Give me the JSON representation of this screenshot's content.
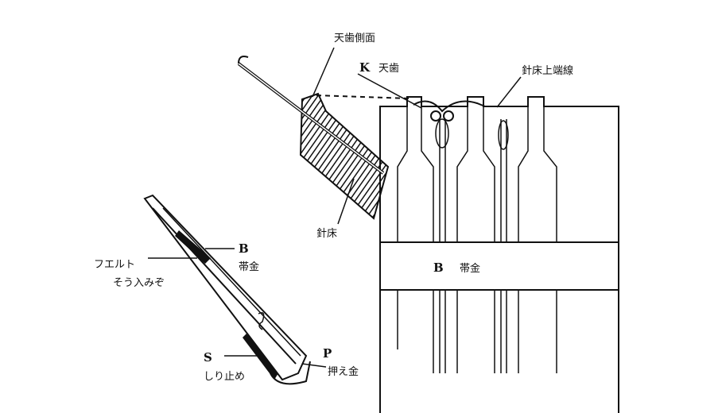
{
  "labels": {
    "tenba_side": "天歯側面",
    "k_letter": "K",
    "k_name": "天歯",
    "bed_top_line": "針床上端線",
    "needle_bed": "針床",
    "b_letter": "B",
    "b_name": "帯金",
    "felt_1": "フエルト",
    "felt_2": "そう入みぞ",
    "s_letter": "S",
    "s_name": "しり止め",
    "p_letter": "P",
    "p_name": "押え金",
    "band_letter": "B",
    "band_name": "帯金"
  }
}
